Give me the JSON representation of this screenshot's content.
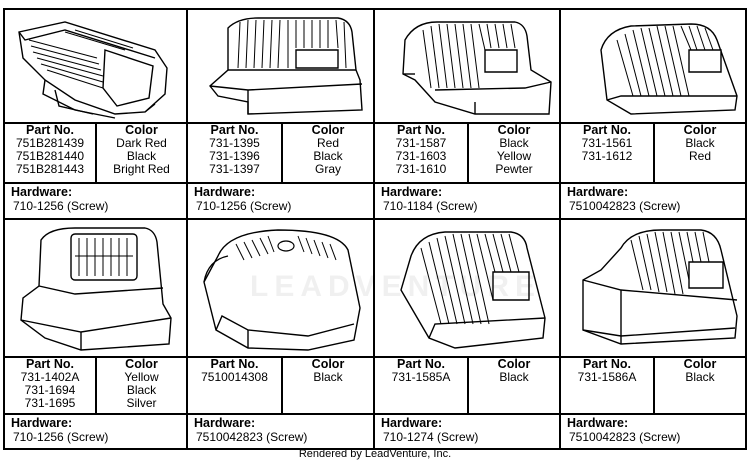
{
  "cells": [
    {
      "part_header": "Part No.",
      "color_header": "Color",
      "parts": [
        "751B281439",
        "751B281440",
        "751B281443"
      ],
      "colors": [
        "Dark Red",
        "Black",
        "Bright Red"
      ],
      "hardware_label": "Hardware:",
      "hardware": "710-1256 (Screw)"
    },
    {
      "part_header": "Part No.",
      "color_header": "Color",
      "parts": [
        "731-1395",
        "731-1396",
        "731-1397"
      ],
      "colors": [
        "Red",
        "Black",
        "Gray"
      ],
      "hardware_label": "Hardware:",
      "hardware": "710-1256 (Screw)"
    },
    {
      "part_header": "Part No.",
      "color_header": "Color",
      "parts": [
        "731-1587",
        "731-1603",
        "731-1610"
      ],
      "colors": [
        "Black",
        "Yellow",
        "Pewter"
      ],
      "hardware_label": "Hardware:",
      "hardware": "710-1184 (Screw)"
    },
    {
      "part_header": "Part No.",
      "color_header": "Color",
      "parts": [
        "731-1561",
        "731-1612"
      ],
      "colors": [
        "Black",
        "Red"
      ],
      "hardware_label": "Hardware:",
      "hardware": "7510042823 (Screw)"
    },
    {
      "part_header": "Part No.",
      "color_header": "Color",
      "parts": [
        "731-1402A",
        "731-1694",
        "731-1695"
      ],
      "colors": [
        "Yellow",
        "Black",
        "Silver"
      ],
      "hardware_label": "Hardware:",
      "hardware": "710-1256 (Screw)"
    },
    {
      "part_header": "Part No.",
      "color_header": "Color",
      "parts": [
        "7510014308"
      ],
      "colors": [
        "Black"
      ],
      "hardware_label": "Hardware:",
      "hardware": "7510042823 (Screw)"
    },
    {
      "part_header": "Part No.",
      "color_header": "Color",
      "parts": [
        "731-1585A"
      ],
      "colors": [
        "Black"
      ],
      "hardware_label": "Hardware:",
      "hardware": "710-1274 (Screw)"
    },
    {
      "part_header": "Part No.",
      "color_header": "Color",
      "parts": [
        "731-1586A"
      ],
      "colors": [
        "Black"
      ],
      "hardware_label": "Hardware:",
      "hardware": "7510042823 (Screw)"
    }
  ],
  "watermark": "LEADVENTURE",
  "footer": "Rendered by LeadVenture, Inc."
}
